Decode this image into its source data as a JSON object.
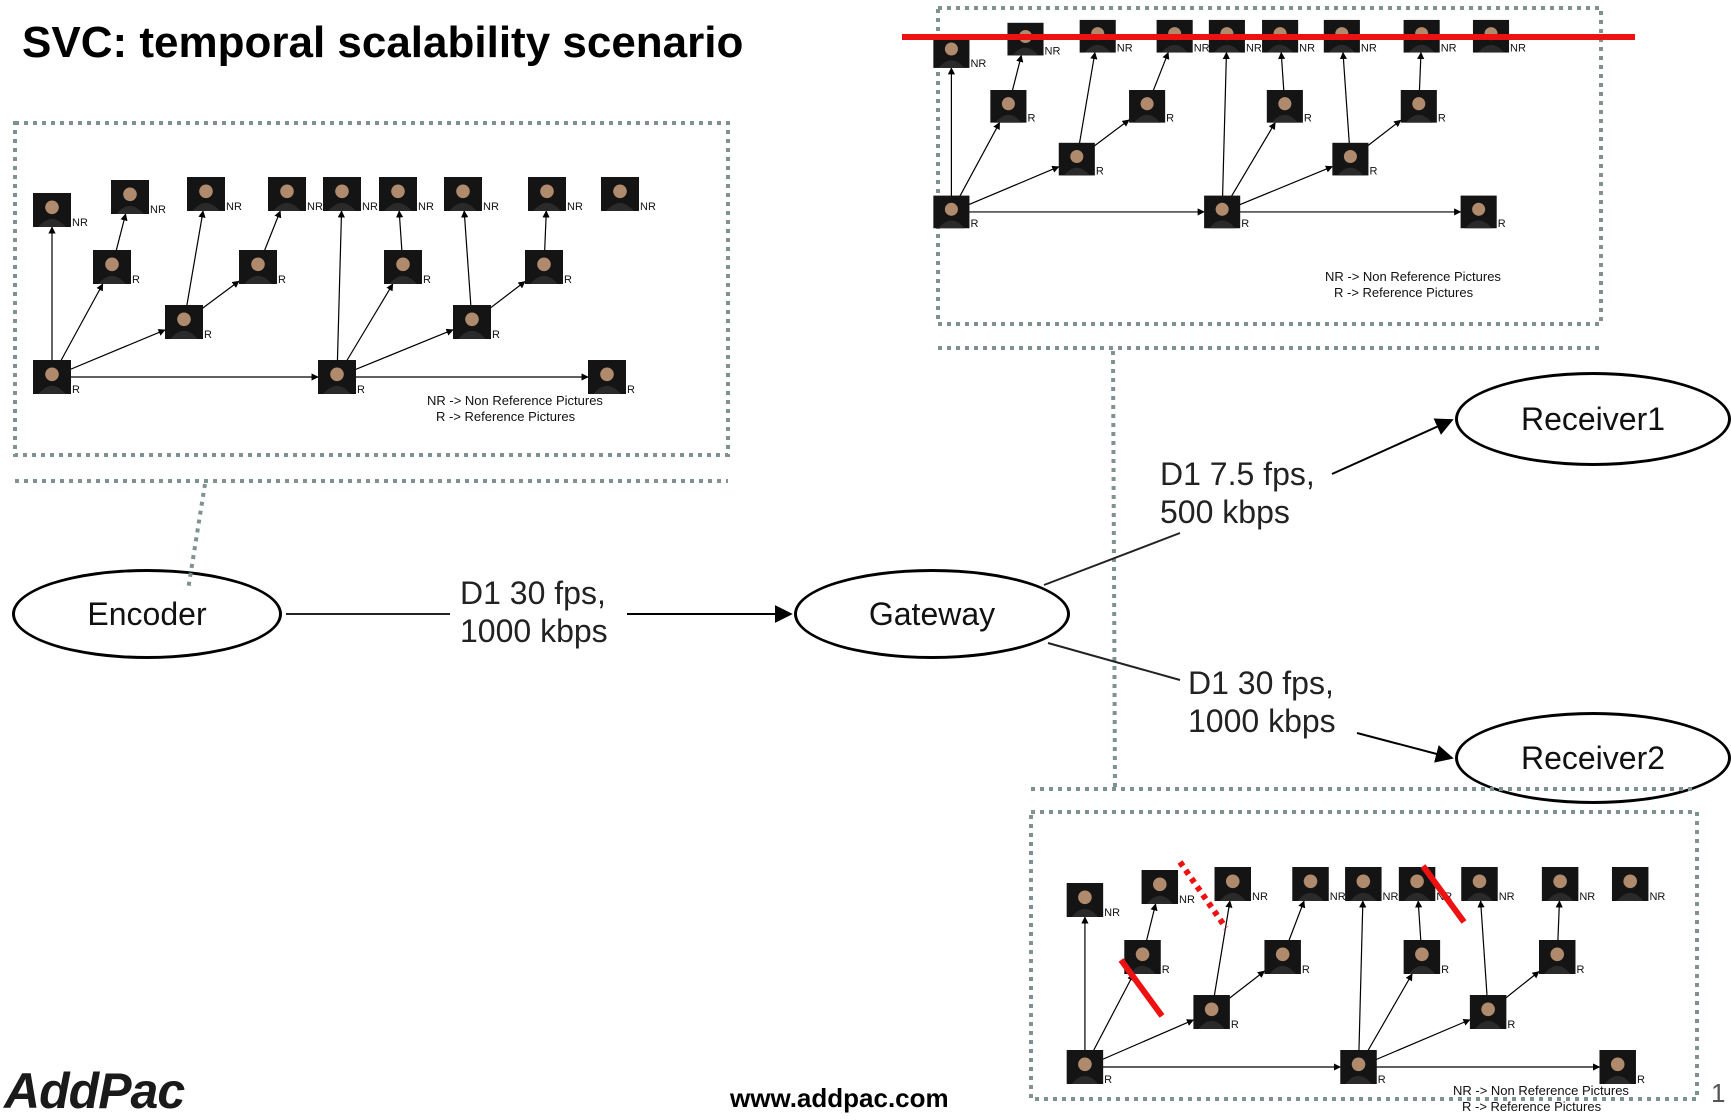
{
  "title": "SVC: temporal scalability scenario",
  "footer": {
    "logo": "AddPac",
    "url": "www.addpac.com",
    "page_number": "1"
  },
  "nodes": {
    "encoder": "Encoder",
    "gateway": "Gateway",
    "receiver1": "Receiver1",
    "receiver2": "Receiver2"
  },
  "flows": {
    "encoder_to_gateway": {
      "line1": "D1 30 fps,",
      "line2": "1000 kbps"
    },
    "gateway_to_receiver1": {
      "line1": "D1 7.5 fps,",
      "line2": "500 kbps"
    },
    "gateway_to_receiver2": {
      "line1": "D1 30 fps,",
      "line2": "1000 kbps"
    }
  },
  "gop_diagram": {
    "frame_labels": {
      "non_reference": "NR",
      "reference": "R"
    },
    "legend_lines": [
      "NR -> Non Reference Pictures",
      "R -> Reference Pictures"
    ]
  },
  "colors": {
    "drop_marker": "#ee1111",
    "frame_box": "#7f9191",
    "text": "#111111"
  }
}
